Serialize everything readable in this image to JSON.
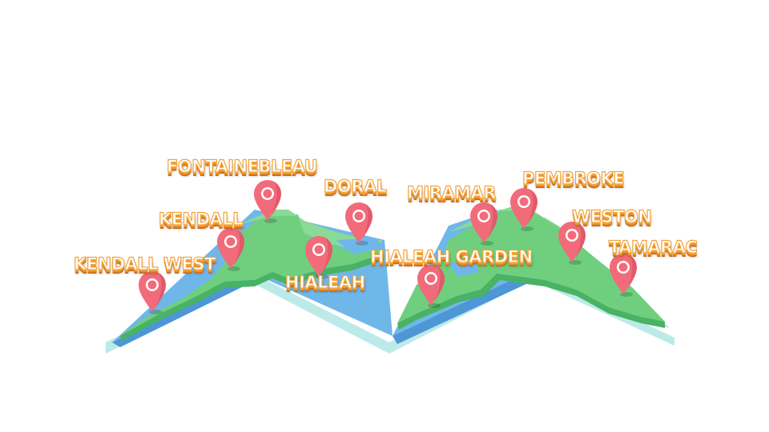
{
  "map": {
    "colors": {
      "land": "#6fcf7e",
      "land_dark": "#49b264",
      "water": "#6fb7e9",
      "water_dark": "#4d97d6",
      "base": "#c9f0ef",
      "pin": "#f26b7a",
      "pin_dark": "#d64a5b",
      "label_fill": "#ffffff",
      "label_outline": "#f3a33a"
    },
    "icon": "location-pin-icon",
    "cities": [
      {
        "name": "FONTAINEBLEAU"
      },
      {
        "name": "DORAL"
      },
      {
        "name": "MIRAMAR"
      },
      {
        "name": "PEMBROKE"
      },
      {
        "name": "KENDALL"
      },
      {
        "name": "WESTON"
      },
      {
        "name": "KENDALL WEST"
      },
      {
        "name": "HIALEAH GARDEN"
      },
      {
        "name": "TAMARAC"
      },
      {
        "name": "HIALEAH"
      }
    ]
  }
}
